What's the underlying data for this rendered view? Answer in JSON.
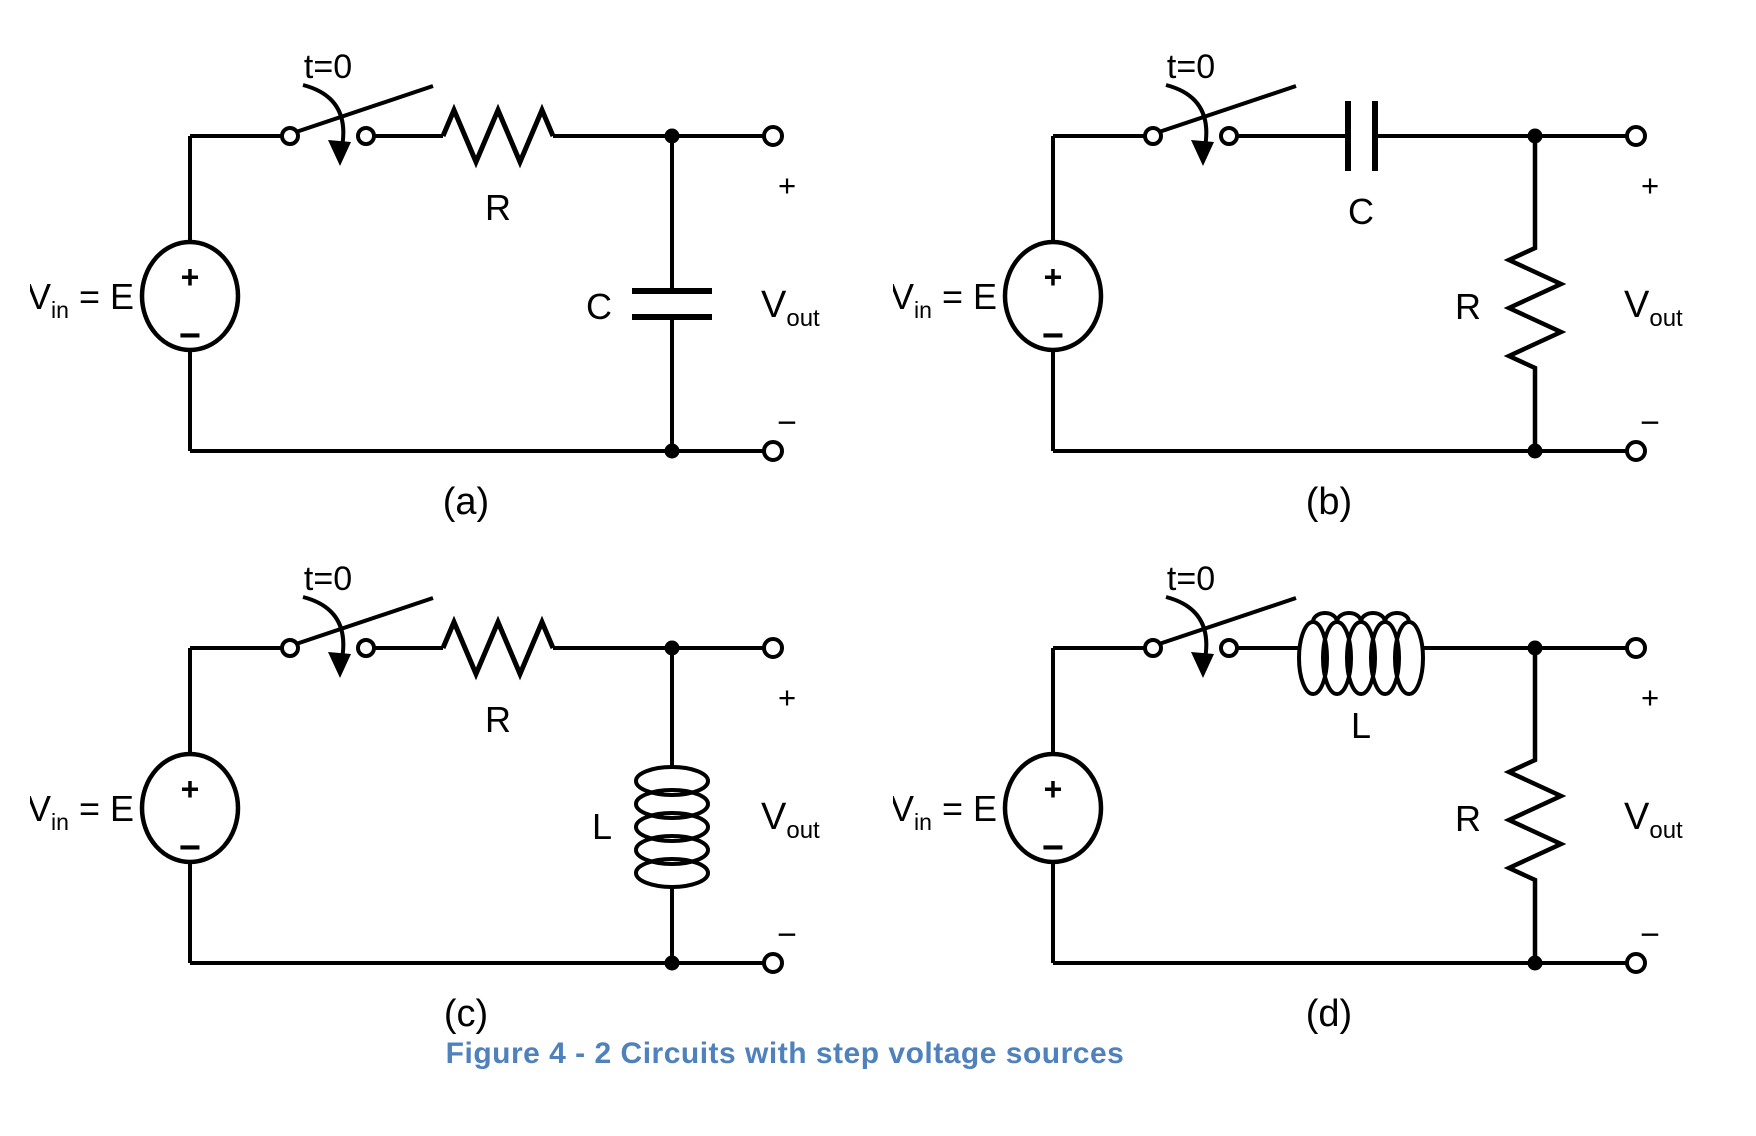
{
  "caption": {
    "text": "Figure 4 - 2 Circuits with step voltage sources",
    "color": "#4f81bd"
  },
  "colors": {
    "line": "#000000",
    "background": "#ffffff"
  },
  "labels": {
    "switch_time": "t=0",
    "source_v": "V",
    "source_v_sub": "in",
    "source_eq": "= E",
    "source_plus": "+",
    "source_minus": "−",
    "vout_v": "V",
    "vout_sub": "out",
    "out_plus": "+",
    "out_minus": "−"
  },
  "circuits": [
    {
      "name": "a",
      "label": "(a)",
      "series": {
        "type": "resistor",
        "label": "R"
      },
      "shunt": {
        "type": "capacitor",
        "label": "C"
      }
    },
    {
      "name": "b",
      "label": "(b)",
      "series": {
        "type": "capacitor",
        "label": "C"
      },
      "shunt": {
        "type": "resistor",
        "label": "R"
      }
    },
    {
      "name": "c",
      "label": "(c)",
      "series": {
        "type": "resistor",
        "label": "R"
      },
      "shunt": {
        "type": "inductor",
        "label": "L"
      }
    },
    {
      "name": "d",
      "label": "(d)",
      "series": {
        "type": "inductor",
        "label": "L"
      },
      "shunt": {
        "type": "resistor",
        "label": "R"
      }
    }
  ]
}
